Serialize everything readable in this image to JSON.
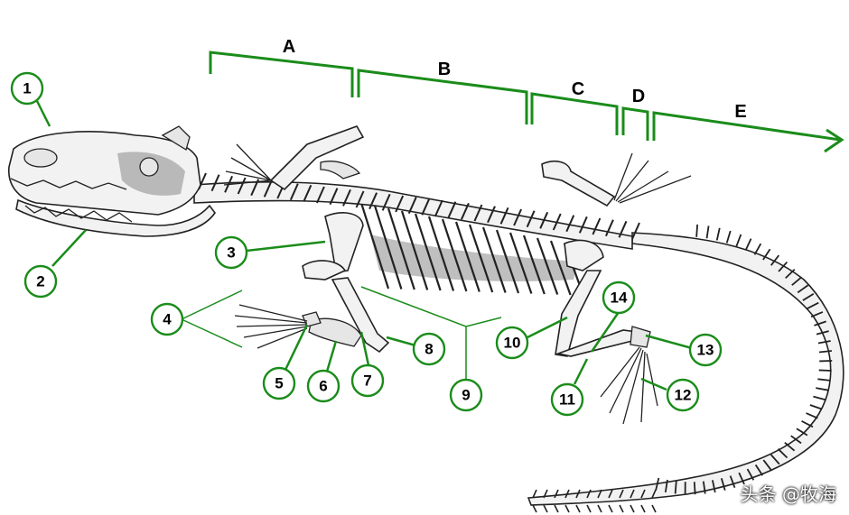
{
  "segments": [
    {
      "id": "A",
      "label": "A"
    },
    {
      "id": "B",
      "label": "B"
    },
    {
      "id": "C",
      "label": "C"
    },
    {
      "id": "D",
      "label": "D"
    },
    {
      "id": "E",
      "label": "E"
    }
  ],
  "callouts": [
    {
      "id": "1",
      "label": "1"
    },
    {
      "id": "2",
      "label": "2"
    },
    {
      "id": "3",
      "label": "3"
    },
    {
      "id": "4",
      "label": "4"
    },
    {
      "id": "5",
      "label": "5"
    },
    {
      "id": "6",
      "label": "6"
    },
    {
      "id": "7",
      "label": "7"
    },
    {
      "id": "8",
      "label": "8"
    },
    {
      "id": "9",
      "label": "9"
    },
    {
      "id": "10",
      "label": "10"
    },
    {
      "id": "11",
      "label": "11"
    },
    {
      "id": "12",
      "label": "12"
    },
    {
      "id": "13",
      "label": "13"
    },
    {
      "id": "14",
      "label": "14"
    }
  ],
  "watermark": "头条 @牧海",
  "colors": {
    "annotation": "#1a8c1a",
    "bone_outline": "#222222",
    "background": "#ffffff"
  }
}
